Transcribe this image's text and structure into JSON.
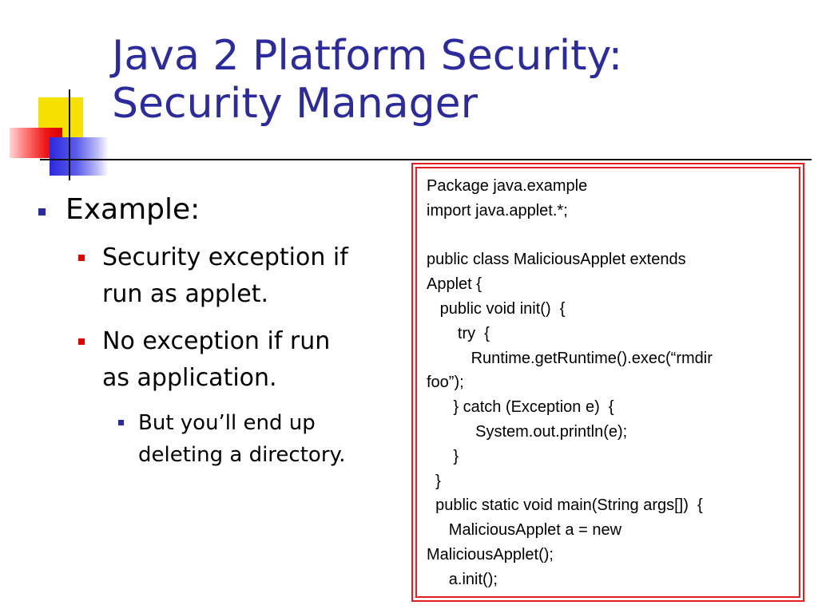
{
  "slide": {
    "title_lines": [
      "Java 2 Platform Security:",
      "Security Manager"
    ],
    "bullets": {
      "level1": "Example:",
      "level2": [
        [
          "Security exception if",
          "run as applet."
        ],
        [
          "No exception if run",
          "as application."
        ]
      ],
      "level3": [
        "But you’ll end up",
        "deleting a directory."
      ]
    },
    "code_lines": [
      "Package java.example",
      "import java.applet.*;",
      "",
      "public class MaliciousApplet extends",
      "Applet {",
      "   public void init()  {",
      "       try  {",
      "          Runtime.getRuntime().exec(“rmdir",
      "foo”);",
      "      } catch (Exception e)  {",
      "           System.out.println(e);",
      "      }",
      "  }",
      "  public static void main(String args[])  {",
      "     MaliciousApplet a = new",
      "MaliciousApplet();",
      "     a.init();",
      "  }"
    ]
  },
  "colors": {
    "title": "#2b2b9e",
    "bullet_level1": "#2b2b9e",
    "bullet_level2": "#e00000",
    "code_border": "#e02020"
  }
}
